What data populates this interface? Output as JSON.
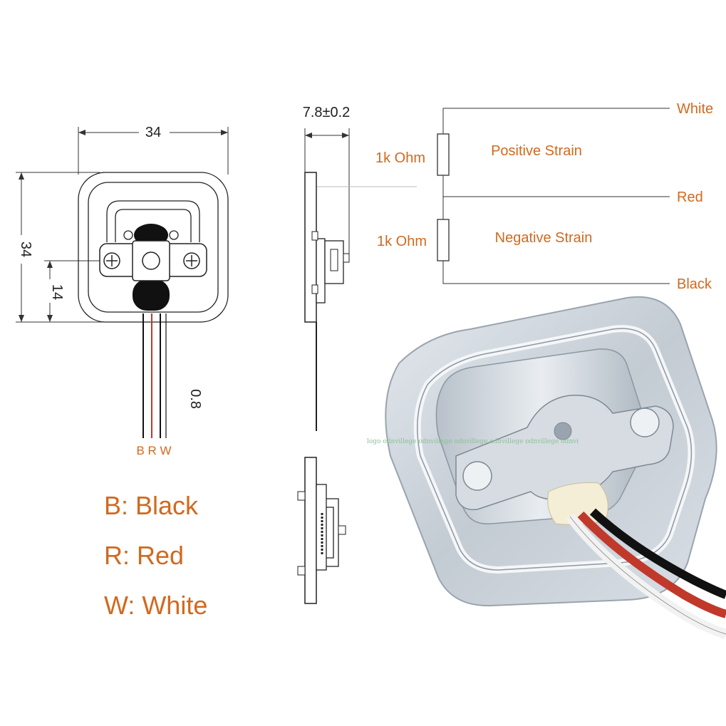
{
  "front_view": {
    "width_dim": "34",
    "height_dim": "34",
    "offset_dim": "14",
    "wire_dim": "0.8",
    "wire_letters": "B R W"
  },
  "side_view": {
    "thickness_dim": "7.8±0.2"
  },
  "circuit": {
    "resistor_top_label": "1k Ohm",
    "resistor_bottom_label": "1k Ohm",
    "positive_label": "Positive Strain",
    "negative_label": "Negative Strain",
    "wire_white": "White",
    "wire_red": "Red",
    "wire_black": "Black"
  },
  "legend": {
    "black": "B: Black",
    "red": "R: Red",
    "white": "W: White"
  },
  "colors": {
    "label_orange": "#d2691e",
    "wire_red": "#c0392b",
    "metal": "#c9d0d6"
  }
}
